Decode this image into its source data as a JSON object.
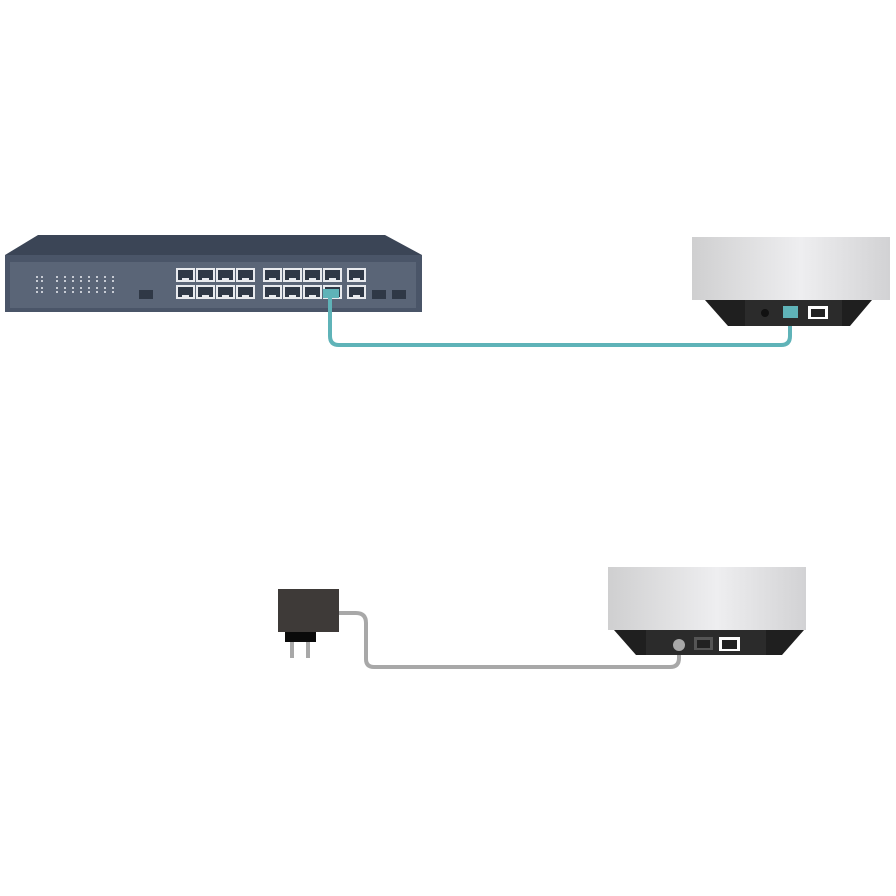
{
  "colors": {
    "switch_body": "#4a5568",
    "switch_top": "#3b4556",
    "data_cable": "#5fb3b8",
    "power_cable": "#a8a8a8",
    "access_point_base": "#1f1f1f",
    "adapter": "#3e3a38"
  },
  "devices": {
    "switch": {
      "icon": "network-switch-icon",
      "ports_top_row": 9,
      "ports_bottom_row": 9,
      "sfp_slots": 3
    },
    "access_point_poe": {
      "icon": "access-point-icon",
      "connected_via": "ethernet"
    },
    "access_point_adapter": {
      "icon": "access-point-icon",
      "connected_via": "power-adapter"
    },
    "power_adapter": {
      "icon": "power-adapter-icon"
    }
  }
}
